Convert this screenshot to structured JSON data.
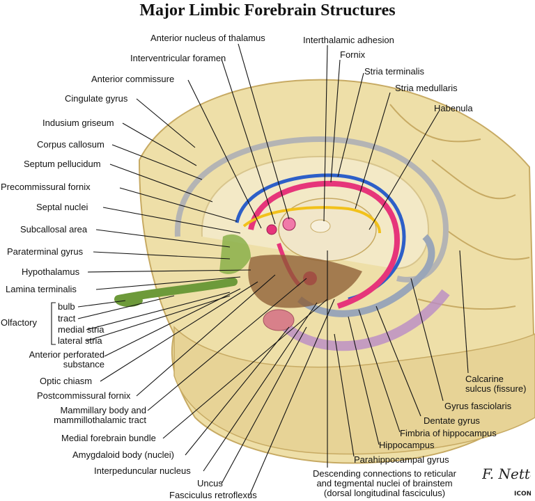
{
  "title": "Major Limbic Forebrain Structures",
  "labels_left": {
    "cingulate_gyrus": "Cingulate gyrus",
    "indusium_griseum": "Indusium griseum",
    "corpus_callosum": "Corpus callosum",
    "septum_pellucidum": "Septum pellucidum",
    "precommissural_fornix": "Precommissural fornix",
    "septal_nuclei": "Septal nuclei",
    "subcallosal_area": "Subcallosal area",
    "paraterminal_gyrus": "Paraterminal gyrus",
    "hypothalamus": "Hypothalamus",
    "lamina_terminalis": "Lamina terminalis",
    "olfactory": "Olfactory",
    "bulb": "bulb",
    "tract": "tract",
    "medial_stria": "medial stria",
    "lateral_stria": "lateral stria",
    "anterior_perforated_1": "Anterior perforated",
    "anterior_perforated_2": "substance",
    "optic_chiasm": "Optic chiasm",
    "postcommissural_fornix": "Postcommissural fornix",
    "mammillary_1": "Mammillary body and",
    "mammillary_2": "mammillothalamic tract",
    "medial_forebrain_bundle": "Medial forebrain bundle",
    "amygdaloid_body": "Amygdaloid body (nuclei)",
    "interpeduncular_nucleus": "Interpeduncular nucleus",
    "uncus": "Uncus",
    "fasciculus_retroflexus": "Fasciculus retroflexus"
  },
  "labels_top": {
    "anterior_nucleus_thalamus": "Anterior nucleus of thalamus",
    "interventricular_foramen": "Interventricular foramen",
    "anterior_commissure": "Anterior commissure",
    "interthalamic_adhesion": "Interthalamic adhesion",
    "fornix": "Fornix",
    "stria_terminalis": "Stria terminalis",
    "stria_medullaris": "Stria medullaris",
    "habenula": "Habenula"
  },
  "labels_right": {
    "calcarine_1": "Calcarine",
    "calcarine_2": "sulcus (fissure)",
    "gyrus_fasciolaris": "Gyrus fasciolaris",
    "dentate_gyrus": "Dentate gyrus",
    "fimbria_hippocampus": "Fimbria of hippocampus",
    "hippocampus": "Hippocampus",
    "parahippocampal_gyrus": "Parahippocampal gyrus",
    "descending_1": "Descending connections to reticular",
    "descending_2": "and tegmental nuclei of brainstem",
    "descending_3": "(dorsal longitudinal fasciculus)"
  },
  "signature": "F. Netter M.D.",
  "signature_mark": "ICON",
  "colors": {
    "brain": "#e9d79c",
    "brain_dark": "#c9ad68",
    "fornix_pink": "#e6357a",
    "stria_blue": "#2d5fc8",
    "stria_yellow": "#f2c11a",
    "olfactory_green": "#6d9a3a",
    "hippocampus_purple": "#b98bc6"
  }
}
